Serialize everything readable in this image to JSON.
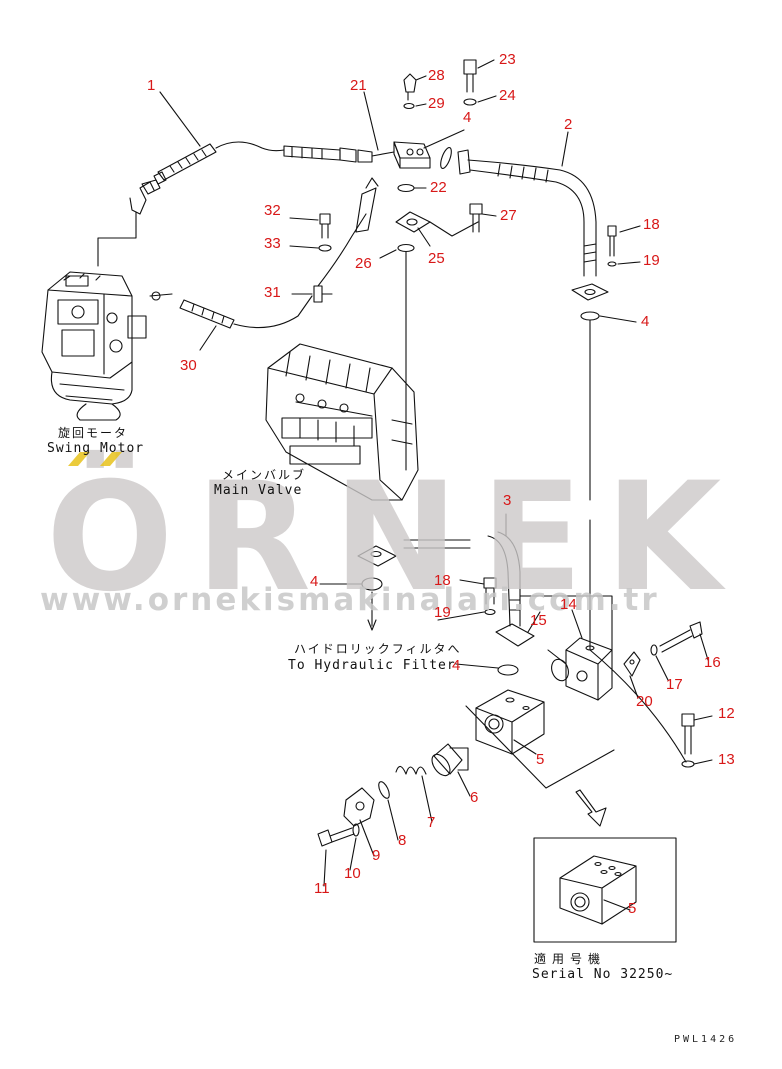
{
  "callouts": [
    {
      "id": "1",
      "text": "1"
    },
    {
      "id": "2",
      "text": "2"
    },
    {
      "id": "3",
      "text": "3"
    },
    {
      "id": "4a",
      "text": "4"
    },
    {
      "id": "4b",
      "text": "4"
    },
    {
      "id": "4c",
      "text": "4"
    },
    {
      "id": "4d",
      "text": "4"
    },
    {
      "id": "5a",
      "text": "5"
    },
    {
      "id": "5b",
      "text": "5"
    },
    {
      "id": "6",
      "text": "6"
    },
    {
      "id": "7",
      "text": "7"
    },
    {
      "id": "8",
      "text": "8"
    },
    {
      "id": "9",
      "text": "9"
    },
    {
      "id": "10",
      "text": "10"
    },
    {
      "id": "11",
      "text": "11"
    },
    {
      "id": "12",
      "text": "12"
    },
    {
      "id": "13",
      "text": "13"
    },
    {
      "id": "14",
      "text": "14"
    },
    {
      "id": "15",
      "text": "15"
    },
    {
      "id": "16",
      "text": "16"
    },
    {
      "id": "17",
      "text": "17"
    },
    {
      "id": "18a",
      "text": "18"
    },
    {
      "id": "18b",
      "text": "18"
    },
    {
      "id": "19a",
      "text": "19"
    },
    {
      "id": "19b",
      "text": "19"
    },
    {
      "id": "20",
      "text": "20"
    },
    {
      "id": "21",
      "text": "21"
    },
    {
      "id": "22",
      "text": "22"
    },
    {
      "id": "23",
      "text": "23"
    },
    {
      "id": "24",
      "text": "24"
    },
    {
      "id": "25",
      "text": "25"
    },
    {
      "id": "26",
      "text": "26"
    },
    {
      "id": "27",
      "text": "27"
    },
    {
      "id": "28",
      "text": "28"
    },
    {
      "id": "29",
      "text": "29"
    },
    {
      "id": "30",
      "text": "30"
    },
    {
      "id": "31",
      "text": "31"
    },
    {
      "id": "32",
      "text": "32"
    },
    {
      "id": "33",
      "text": "33"
    }
  ],
  "labels": {
    "swing_motor_jp": "旋回モータ",
    "swing_motor_en": "Swing Motor",
    "main_valve_jp": "メインバルブ",
    "main_valve_en": "Main Valve",
    "hyd_filter_jp": "ハイドロリックフィルタへ",
    "hyd_filter_en": "To Hydraulic Filter",
    "serial_jp": "適用号機",
    "serial_en": "Serial No 32250~"
  },
  "watermark": {
    "brand": "ÖRNEK",
    "url": "www.ornekismakinalari.com.tr"
  },
  "drawing_code": "PWL1426",
  "colors": {
    "callout": "#d81818",
    "line": "#111111",
    "watermark": "#cccaca",
    "watermark_accent": "#e8c21a"
  }
}
